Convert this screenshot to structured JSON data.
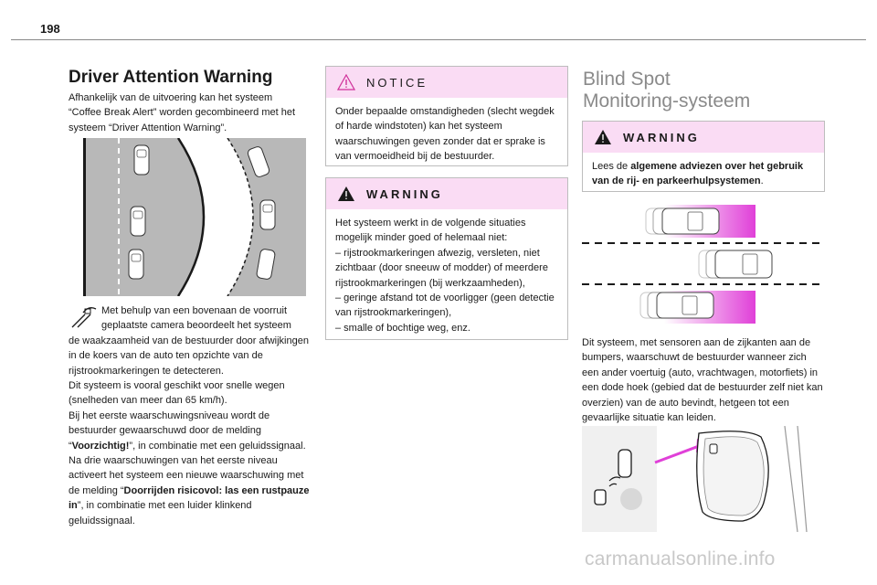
{
  "page_number": "198",
  "watermark": "carmanualsonline.info",
  "col1": {
    "title": "Driver Attention Warning",
    "intro": "Afhankelijk van de uitvoering kan het systeem “Coffee Break Alert” worden gecombineerd met het systeem “Driver Attention Warning”.",
    "para1_first": "Met behulp van een bovenaan de voorruit geplaatste camera beoordeelt het systeem",
    "para1_rest": "de waakzaamheid van de bestuurder door afwijkingen in de koers van de auto ten opzichte van de rijstrookmarkeringen te detecteren.",
    "para2": "Dit systeem is vooral geschikt voor snelle wegen (snelheden van meer dan 65 km/h).",
    "para3_a": "Bij het eerste waarschuwingsniveau wordt de bestuurder gewaarschuwd door de melding “",
    "para3_bold": "Voorzichtig!",
    "para3_b": "”, in combinatie met een geluidssignaal.",
    "para4_a": "Na drie waarschuwingen van het eerste niveau activeert het systeem een nieuwe waarschuwing met de melding “",
    "para4_bold": "Doorrijden risicovol: las een rustpauze in",
    "para4_b": "”, in combinatie met een luider klinkend geluidssignaal."
  },
  "notice": {
    "label": "NOTICE",
    "text": "Onder bepaalde omstandigheden (slecht wegdek of harde windstoten) kan het systeem waarschuwingen geven zonder dat er sprake is van vermoeidheid bij de bestuurder."
  },
  "warning1": {
    "label": "WARNING",
    "intro": "Het systeem werkt in de volgende situaties mogelijk minder goed of helemaal niet:",
    "items": [
      "– rijstrookmarkeringen afwezig, versleten, niet zichtbaar (door sneeuw of modder) of meerdere rijstrookmarkeringen (bij werkzaamheden),",
      "– geringe afstand tot de voorligger (geen detectie van rijstrookmarkeringen),",
      "– smalle of bochtige weg, enz."
    ]
  },
  "col3": {
    "title_line1": "Blind Spot",
    "title_line2": "Monitoring-systeem",
    "para": "Dit systeem, met sensoren aan de zijkanten aan de bumpers, waarschuwt de bestuurder wanneer zich een ander voertuig (auto, vrachtwagen, motorfiets) in een dode hoek (gebied dat de bestuurder zelf niet kan overzien) van de auto bevindt, hetgeen tot een gevaarlijke situatie kan leiden."
  },
  "warning2": {
    "label": "WARNING",
    "text_a": "Lees de ",
    "text_bold": "algemene adviezen over het gebruik van de rij- en parkeerhulpsystemen",
    "text_b": "."
  },
  "colors": {
    "box_header": "#fadcf4",
    "magenta": "#e040d8",
    "road_gray": "#b8b8b8"
  }
}
